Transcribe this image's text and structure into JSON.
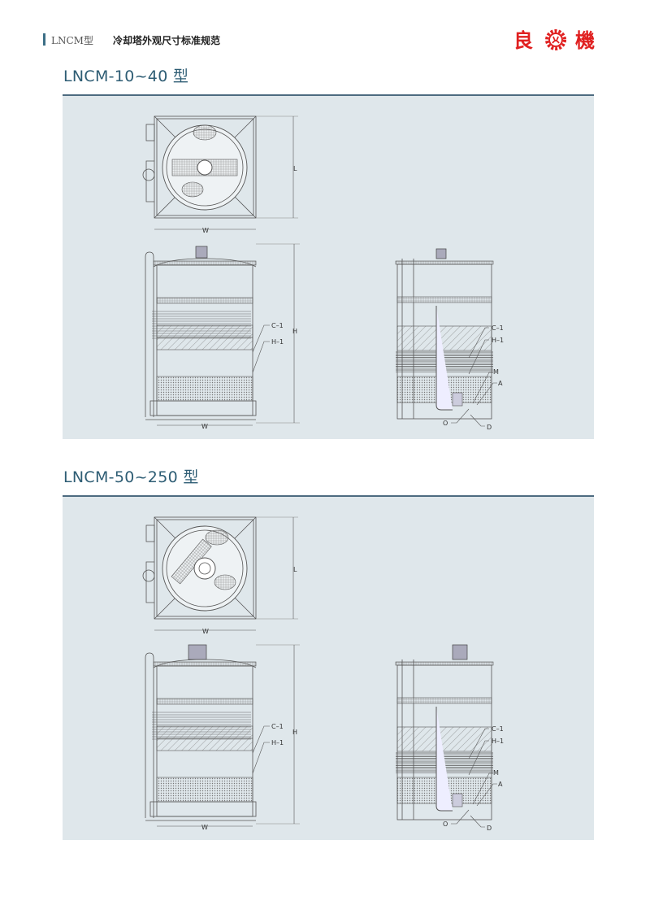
{
  "header": {
    "series": "LNCM型",
    "title": "冷却塔外观尺寸标准规范"
  },
  "logo": {
    "left_char": "良",
    "right_char": "機",
    "color": "#e02020"
  },
  "sections": [
    {
      "title": "LNCM-10~40 型",
      "labels": {
        "W_top": "W",
        "L": "L",
        "H": "H",
        "W_side": "W",
        "C1": "C–1",
        "H1": "H–1",
        "C1b": "C–1",
        "H1b": "H–1",
        "M": "M",
        "A": "A",
        "O": "O",
        "D": "D"
      }
    },
    {
      "title": "LNCM-50~250 型",
      "labels": {
        "W_top": "W",
        "L": "L",
        "H": "H",
        "W_side": "W",
        "C1": "C–1",
        "H1": "H–1",
        "C1b": "C–1",
        "H1b": "H–1",
        "M": "M",
        "A": "A",
        "O": "O",
        "D": "D"
      }
    }
  ],
  "colors": {
    "panel": "#dfe7eb",
    "title": "#2e5d74",
    "rule": "#4d6b80"
  }
}
